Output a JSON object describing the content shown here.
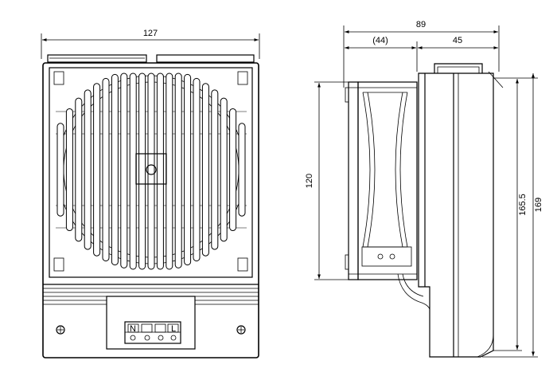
{
  "dimensions": {
    "front_width": "127",
    "side_total_depth": "89",
    "side_fan_depth": "(44)",
    "side_body_depth": "45",
    "fan_height": "120",
    "body_height_inner": "165.5",
    "body_height_total": "169"
  },
  "terminal": {
    "label_n": "N",
    "label_l": "L"
  },
  "colors": {
    "line": "#000000",
    "background": "#ffffff"
  }
}
